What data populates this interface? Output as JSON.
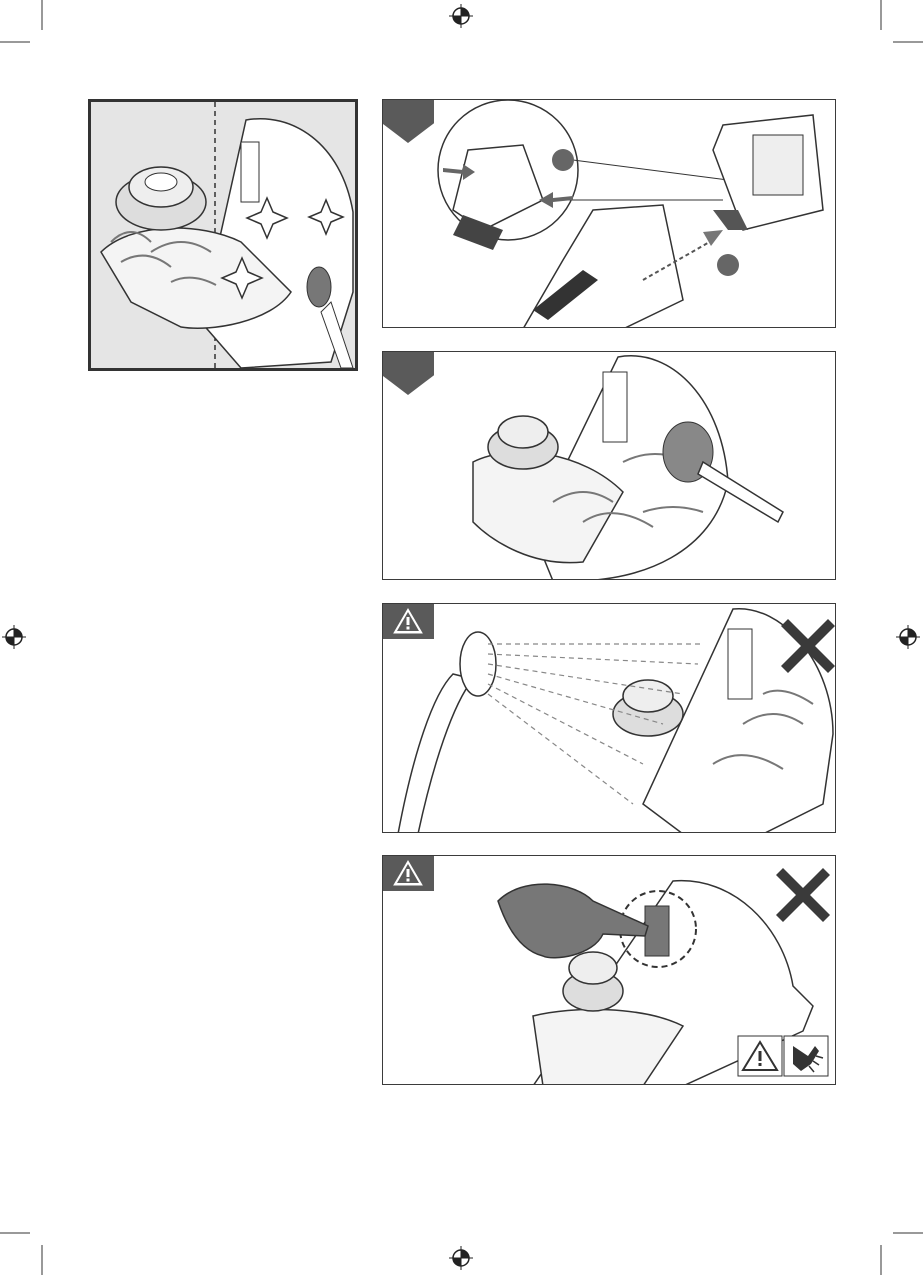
{
  "page": {
    "background": "#ffffff",
    "line_color": "#3b3b3b",
    "tab_color": "#5a5a5a",
    "inset_background": "#e5e5e5"
  },
  "icons": {
    "registration_marks": [
      "registration-mark-icon",
      "registration-mark-icon",
      "registration-mark-icon",
      "registration-mark-icon"
    ],
    "warning": "warning-triangle-icon",
    "prohibited": "cross-x-icon",
    "hand_injury": "hand-cut-hazard-icon"
  },
  "panels": [
    {
      "id": "overview",
      "kind": "illustration",
      "subject": "clean-guard-split-view"
    },
    {
      "id": "step-1",
      "kind": "step",
      "subject": "remove-battery"
    },
    {
      "id": "step-2",
      "kind": "step",
      "subject": "brush-cleaning"
    },
    {
      "id": "warning-1",
      "kind": "warning",
      "subject": "no-water-spray"
    },
    {
      "id": "warning-2",
      "kind": "warning",
      "subject": "blade-hazard"
    }
  ]
}
